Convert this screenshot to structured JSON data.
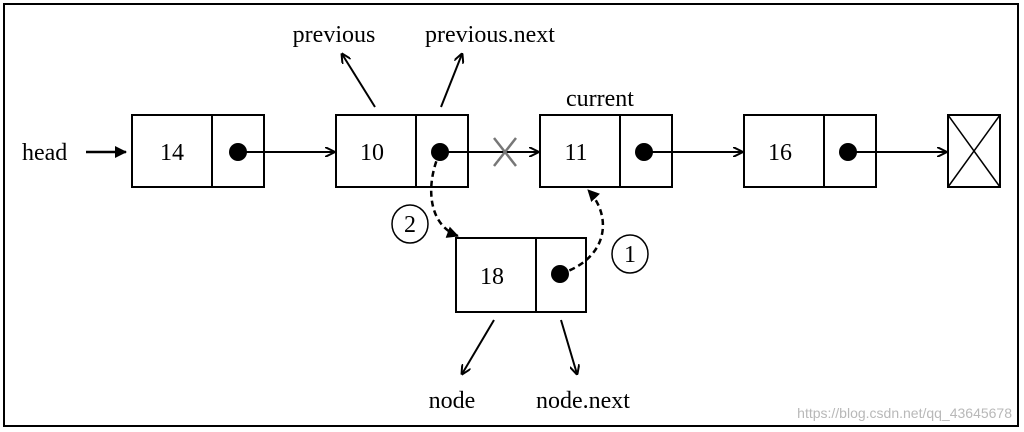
{
  "labels": {
    "head": "head",
    "previous": "previous",
    "previous_next": "previous.next",
    "current": "current",
    "node": "node",
    "node_next": "node.next"
  },
  "nodes": [
    {
      "value": "14"
    },
    {
      "value": "10"
    },
    {
      "value": "11"
    },
    {
      "value": "16"
    }
  ],
  "new_node": {
    "value": "18"
  },
  "steps": [
    "1",
    "2"
  ],
  "watermark": "https://blog.csdn.net/qq_43645678"
}
